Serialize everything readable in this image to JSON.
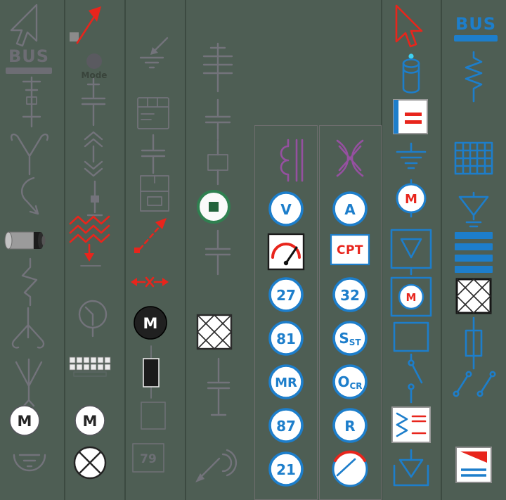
{
  "theme": {
    "background": "#4e5e54",
    "divider": "#3c4a41",
    "frame": "#6e6e6e",
    "gray": "#73737b",
    "red": "#e8251c",
    "blue": "#1d7ecb",
    "purple": "#9550a0",
    "green": "#2f8050",
    "white": "#ffffff",
    "black": "#1b1b1b"
  },
  "labels": {
    "bus": "BUS",
    "motor": "M",
    "mode": "Mode"
  },
  "relays": {
    "v": "V",
    "a": "A",
    "cpt": "CPT",
    "r21": "21",
    "r27": "27",
    "r32": "32",
    "r79": "79",
    "r81": "81",
    "r87": "87",
    "mr": "MR",
    "r": "R",
    "sst_main": "S",
    "sst_sub": "ST",
    "ocr_main": "O",
    "ocr_sub": "CR"
  },
  "symbols": {
    "column1": [
      "pointer-tool",
      "bus-label",
      "disconnect-switch",
      "fuse-cutout-horns",
      "drop-hook",
      "capacitor-photo",
      "surge-bolt",
      "wye-branch",
      "trident-branch",
      "motor",
      "ground-well"
    ],
    "column2": [
      "red-arrow-tool",
      "mode-indicator",
      "capacitor",
      "drawout-breaker",
      "tap-stub",
      "surge-arrester",
      "timer-clock",
      "terminal-grid",
      "motor",
      "indicator-lamp"
    ],
    "column3": [
      "ground-tap",
      "control-block",
      "capacitor",
      "relay-block",
      "measure-dashed-arrow",
      "transfer-arrows",
      "motor-dark",
      "fuse-cartridge",
      "junction-box",
      "relay-79"
    ],
    "column4": [
      "capacitor-bank",
      "tap-line",
      "breaker-line",
      "pilot-light-green",
      "capacitor",
      "hatched-load",
      "feeder-line",
      "signal-horn"
    ],
    "column5": [
      "ct-winding",
      "relay-v",
      "meter-gauge",
      "relay-27",
      "relay-81",
      "relay-mr",
      "relay-87",
      "relay-21"
    ],
    "column6": [
      "three-winding-transformer",
      "relay-a",
      "cpt-block",
      "relay-32",
      "relay-sst",
      "relay-ocr",
      "relay-r",
      "synchroscope"
    ],
    "column7": [
      "red-pointer-tool",
      "test-tube",
      "dc-source-box",
      "ground-grid",
      "motor-small",
      "vfd-triangle-box",
      "motor-starter-box",
      "device-box",
      "disconnect-switch",
      "filter-box",
      "delta-ground"
    ],
    "column8": [
      "bus-label",
      "resistor",
      "mesh-grid",
      "ground-triangle",
      "busbar-stack",
      "hatched-load",
      "fuse",
      "switch-pair",
      "report-block"
    ]
  }
}
